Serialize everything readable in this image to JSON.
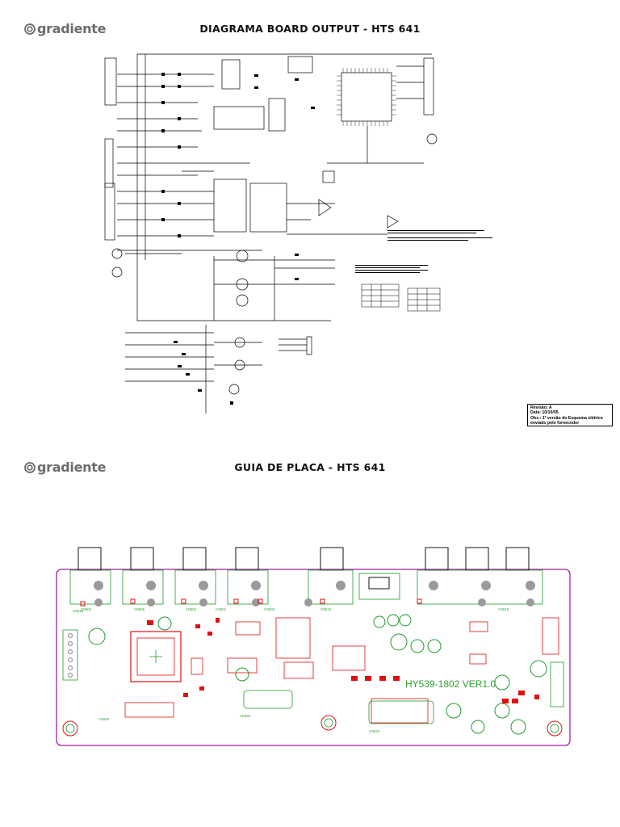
{
  "brand": {
    "name": "gradiente"
  },
  "diagram": {
    "title": "DIAGRAMA BOARD OUTPUT - HTS 641"
  },
  "revision_box": {
    "line1": "Revisão: A",
    "line2": "Data: 10/10/05",
    "line3": "Obs.: 1º versão do Esquema elétrico",
    "line4": "enviado pelo fornecedor"
  },
  "pcb_guide": {
    "title": "GUIA DE PLACA - HTS 641",
    "board_label": "HY539-1802 VER1.0",
    "connectors": [
      "CN904",
      "CN905",
      "CN902",
      "CN901",
      "CN903",
      "CN510",
      "CN515",
      "CN516",
      "CN520",
      "CN525",
      "CN505"
    ]
  },
  "colors": {
    "line": "#000000",
    "board_outline": "#a020a0",
    "silkscreen_green": "#1f9a2a",
    "pad_red": "#e01010",
    "pad_grey": "#9a9a9a",
    "logo_grey": "#6b6b6b"
  }
}
